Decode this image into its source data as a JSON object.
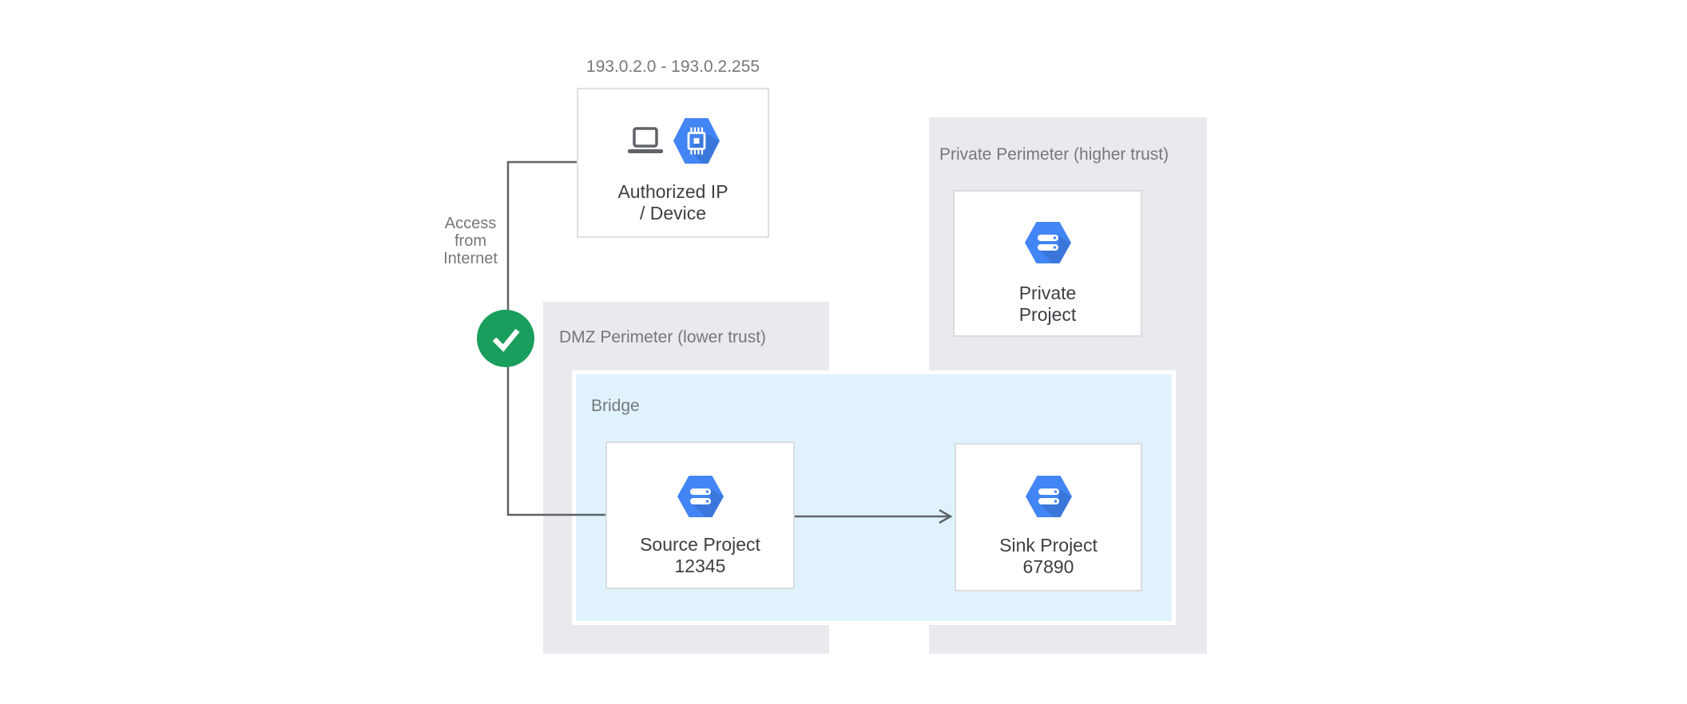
{
  "diagram": {
    "ip_range_label": "193.0.2.0 - 193.0.2.255",
    "access_label": {
      "line1": "Access",
      "line2": "from",
      "line3": "Internet"
    },
    "zones": {
      "dmz": {
        "label": "DMZ Perimeter (lower trust)"
      },
      "private": {
        "label": "Private Perimeter (higher trust)"
      },
      "bridge": {
        "label": "Bridge"
      }
    },
    "nodes": {
      "authorized": {
        "line1": "Authorized IP",
        "line2": "/ Device"
      },
      "source": {
        "line1": "Source Project",
        "line2": "12345"
      },
      "sink": {
        "line1": "Sink Project",
        "line2": "67890"
      },
      "private_project": {
        "line1": "Private",
        "line2": "Project"
      }
    },
    "icons": {
      "laptop": "laptop-icon",
      "compute_engine": "compute-engine-hexagon-icon",
      "cloud_project": "cloud-project-hexagon-icon",
      "check": "check-circle-icon",
      "arrow": "arrow-right"
    },
    "colors": {
      "zone_gray": "#e8eaed",
      "bridge_blue": "#e0f3fc",
      "google_blue": "#4285f4",
      "check_green": "#1a9e5d",
      "line_gray": "#5f6368",
      "label_gray": "#75787b",
      "title_dark": "#3c4043"
    }
  }
}
